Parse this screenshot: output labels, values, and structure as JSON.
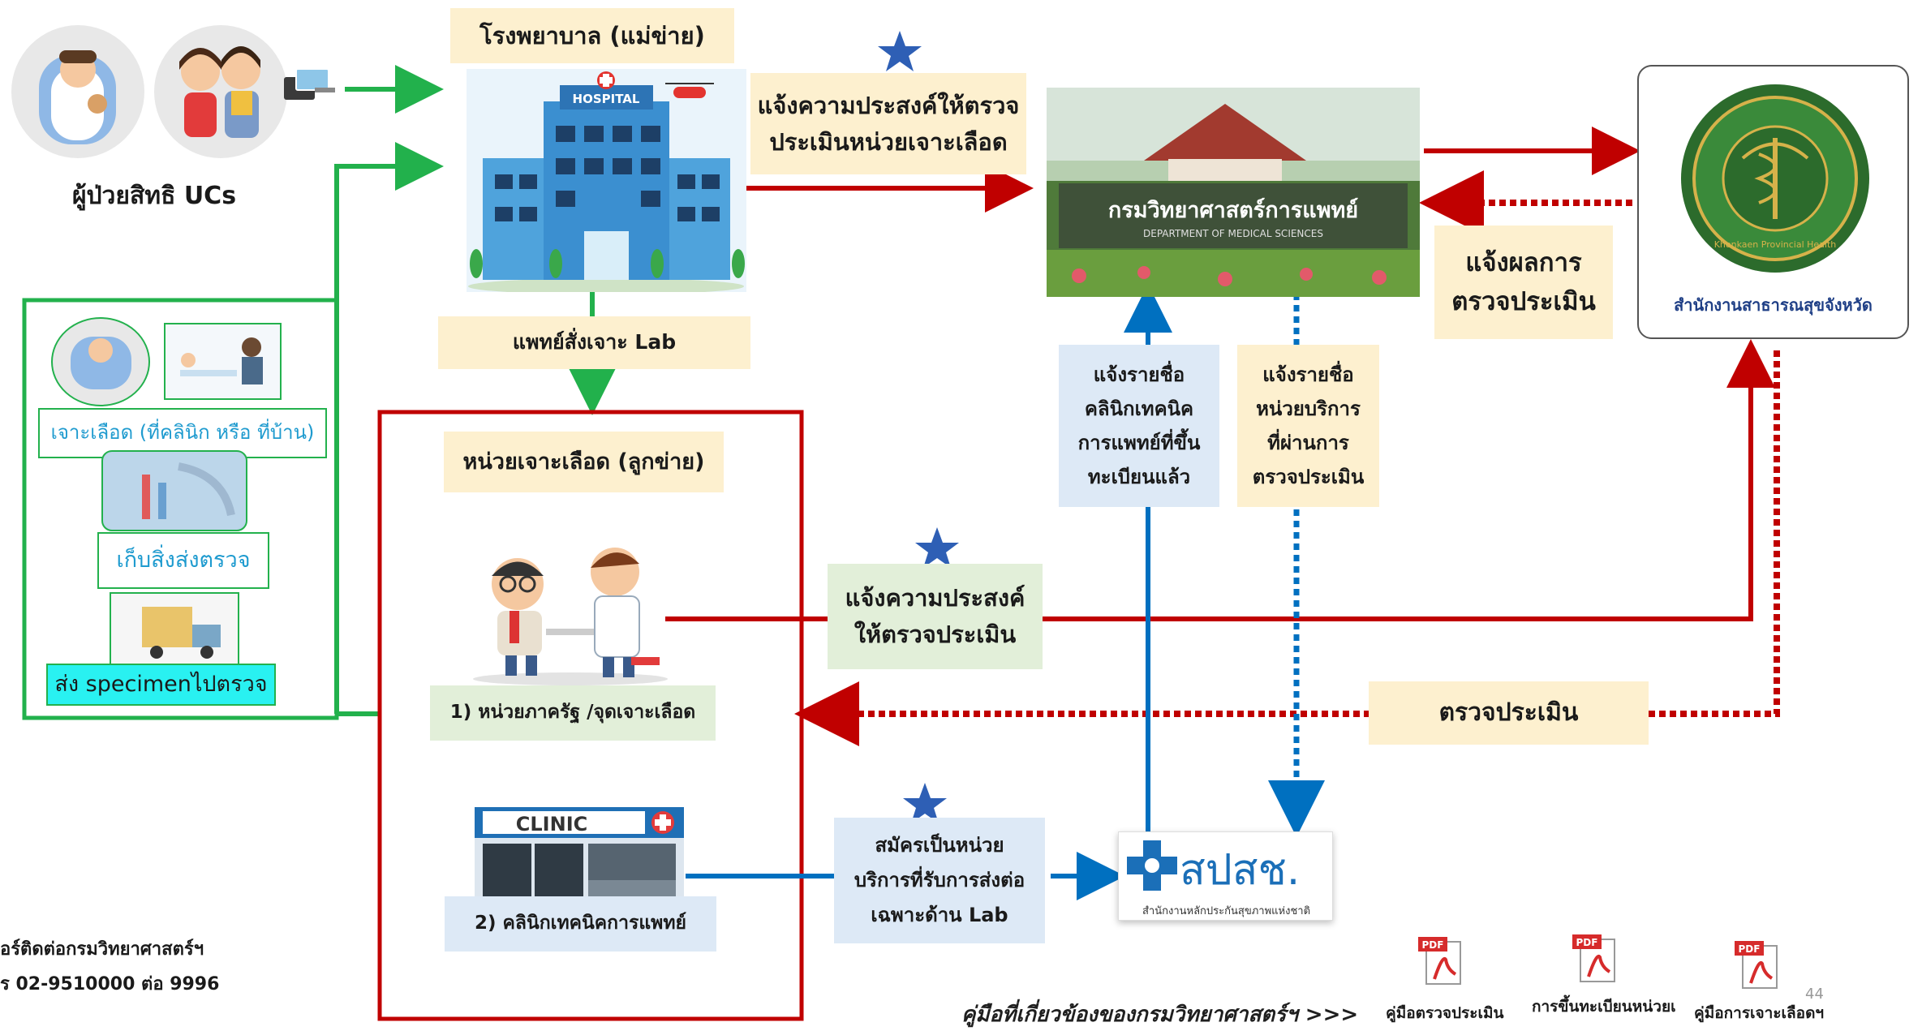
{
  "patient_label": "ผู้ป่วยสิทธิ UCs",
  "hospital": {
    "title": "โรงพยาบาล (แม่ข่าย)",
    "sign": "HOSPITAL"
  },
  "order_lab": "แพทย์สั่งเจาะ Lab",
  "notify_dms": {
    "line1": "แจ้งความประสงค์ให้ตรวจ",
    "line2": "ประเมินหน่วยเจาะเลือด"
  },
  "dms": {
    "sign_th": "กรมวิทยาศาสตร์การแพทย์",
    "sign_en": "DEPARTMENT OF MEDICAL SCIENCES"
  },
  "provincial": {
    "name": "สำนักงานสาธารณสุขจังหวัด",
    "seal_text": "Khonkaen Provincial Health"
  },
  "report_result": {
    "line1": "แจ้งผลการ",
    "line2": "ตรวจประเมิน"
  },
  "notify_clinic_list": {
    "line1": "แจ้งรายชื่อ",
    "line2": "คลินิกเทคนิค",
    "line3": "การแพทย์ที่ขึ้น",
    "line4": "ทะเบียนแล้ว"
  },
  "notify_unit_list": {
    "line1": "แจ้งรายชื่อ",
    "line2": "หน่วยบริการ",
    "line3": "ที่ผ่านการ",
    "line4": "ตรวจประเมิน"
  },
  "left_panel": {
    "blood_draw": "เจาะเลือด (ที่คลินิก หรือ ที่บ้าน)",
    "collect": "เก็บสิ่งส่งตรวจ",
    "send": "ส่ง specimenไปตรวจ"
  },
  "draw_unit_title": "หน่วยเจาะเลือด (ลูกข่าย)",
  "public_unit": "1) หน่วยภาครัฐ /จุดเจาะเลือด",
  "clinic": {
    "label": "2) คลินิกเทคนิคการแพทย์",
    "sign": "CLINIC"
  },
  "notify_assess": {
    "line1": "แจ้งความประสงค์",
    "line2": "ให้ตรวจประเมิน"
  },
  "assess": "ตรวจประเมิน",
  "register": {
    "line1": "สมัครเป็นหน่วย",
    "line2": "บริการที่รับการส่งต่อ",
    "line3": "เฉพาะด้าน Lab"
  },
  "nhso": {
    "logo": "สปสช.",
    "sub": "สำนักงานหลักประกันสุขภาพแห่งชาติ"
  },
  "contact": {
    "line1": "อร์ติดต่อกรมวิทยาศาสตร์ฯ",
    "line2": "ร 02-9510000 ต่อ 9996"
  },
  "manuals": {
    "caption": "คู่มือที่เกี่ยวข้องของกรมวิทยาศาสตร์ฯ >>>",
    "items": [
      "คู่มือตรวจประเมิน",
      "การขึ้นทะเบียนหน่วยเ",
      "คู่มือการเจาะเลือดฯ"
    ],
    "badge": "PDF"
  },
  "page_number": "44",
  "colors": {
    "red": "#c00000",
    "green": "#22b14c",
    "blue": "#0070c0",
    "star": "#2e5fb5"
  }
}
